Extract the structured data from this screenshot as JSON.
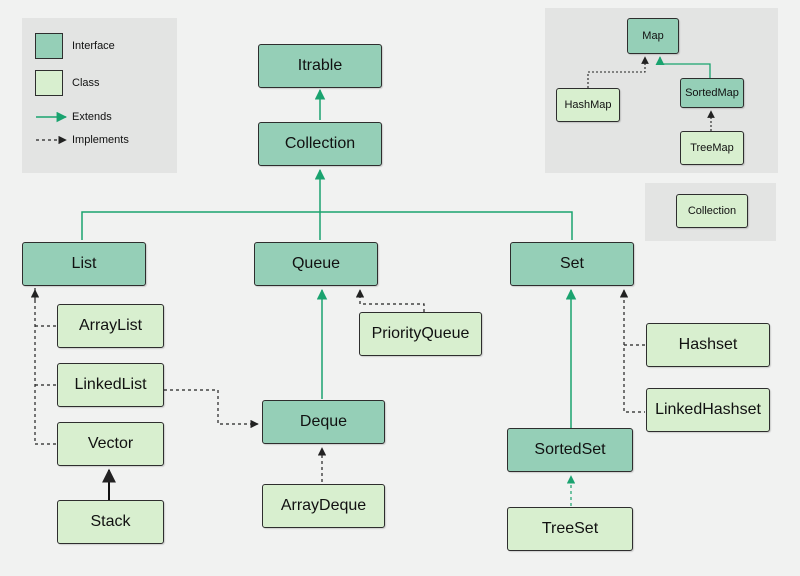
{
  "colors": {
    "interface_fill": "#95cfb7",
    "class_fill": "#d8efcf",
    "extends_line": "#1aa36f",
    "implements_line": "#222222",
    "panel": "#e3e4e3"
  },
  "legend": {
    "interface": "Interface",
    "class": "Class",
    "extends": "Extends",
    "implements": "Implements"
  },
  "nodes": {
    "itrable": "Itrable",
    "collection": "Collection",
    "list": "List",
    "queue": "Queue",
    "set": "Set",
    "arraylist": "ArrayList",
    "linkedlist": "LinkedList",
    "vector": "Vector",
    "stack": "Stack",
    "priorityqueue": "PriorityQueue",
    "deque": "Deque",
    "arraydeque": "ArrayDeque",
    "hashset": "Hashset",
    "linkedhashset": "LinkedHashset",
    "sortedset": "SortedSet",
    "treeset": "TreeSet"
  },
  "map_panel": {
    "map": "Map",
    "hashmap": "HashMap",
    "sortedmap": "SortedMap",
    "treemap": "TreeMap",
    "collection": "Collection"
  }
}
